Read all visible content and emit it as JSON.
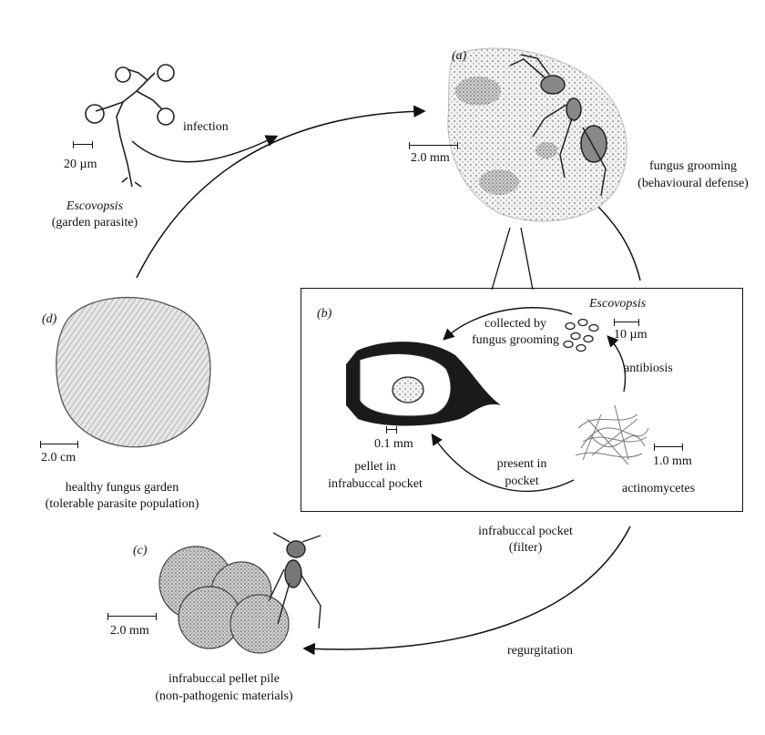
{
  "panels": {
    "a": "(a)",
    "b": "(b)",
    "c": "(c)",
    "d": "(d)"
  },
  "escovopsis_outer": {
    "name": "Escovopsis",
    "role": "(garden parasite)",
    "scale": "20 µm"
  },
  "arrow_labels": {
    "infection": "infection",
    "fungus_grooming_1": "fungus grooming",
    "fungus_grooming_2": "(behavioural defense)",
    "infrabuccal_1": "infrabuccal pocket",
    "infrabuccal_2": "(filter)",
    "regurgitation": "regurgitation"
  },
  "panel_a": {
    "scale": "2.0 mm"
  },
  "panel_b": {
    "escovopsis": "Escovopsis",
    "spore_scale": "10 µm",
    "collected_1": "collected by",
    "collected_2": "fungus grooming",
    "antibiosis": "antibiosis",
    "pellet_scale": "0.1 mm",
    "pellet_1": "pellet in",
    "pellet_2": "infrabuccal pocket",
    "present_1": "present in",
    "present_2": "pocket",
    "actino_scale": "1.0 mm",
    "actinomycetes": "actinomycetes"
  },
  "panel_c": {
    "scale": "2.0 mm",
    "label_1": "infrabuccal pellet pile",
    "label_2": "(non-pathogenic materials)"
  },
  "panel_d": {
    "scale": "2.0 cm",
    "label_1": "healthy fungus garden",
    "label_2": "(tolerable parasite population)"
  }
}
